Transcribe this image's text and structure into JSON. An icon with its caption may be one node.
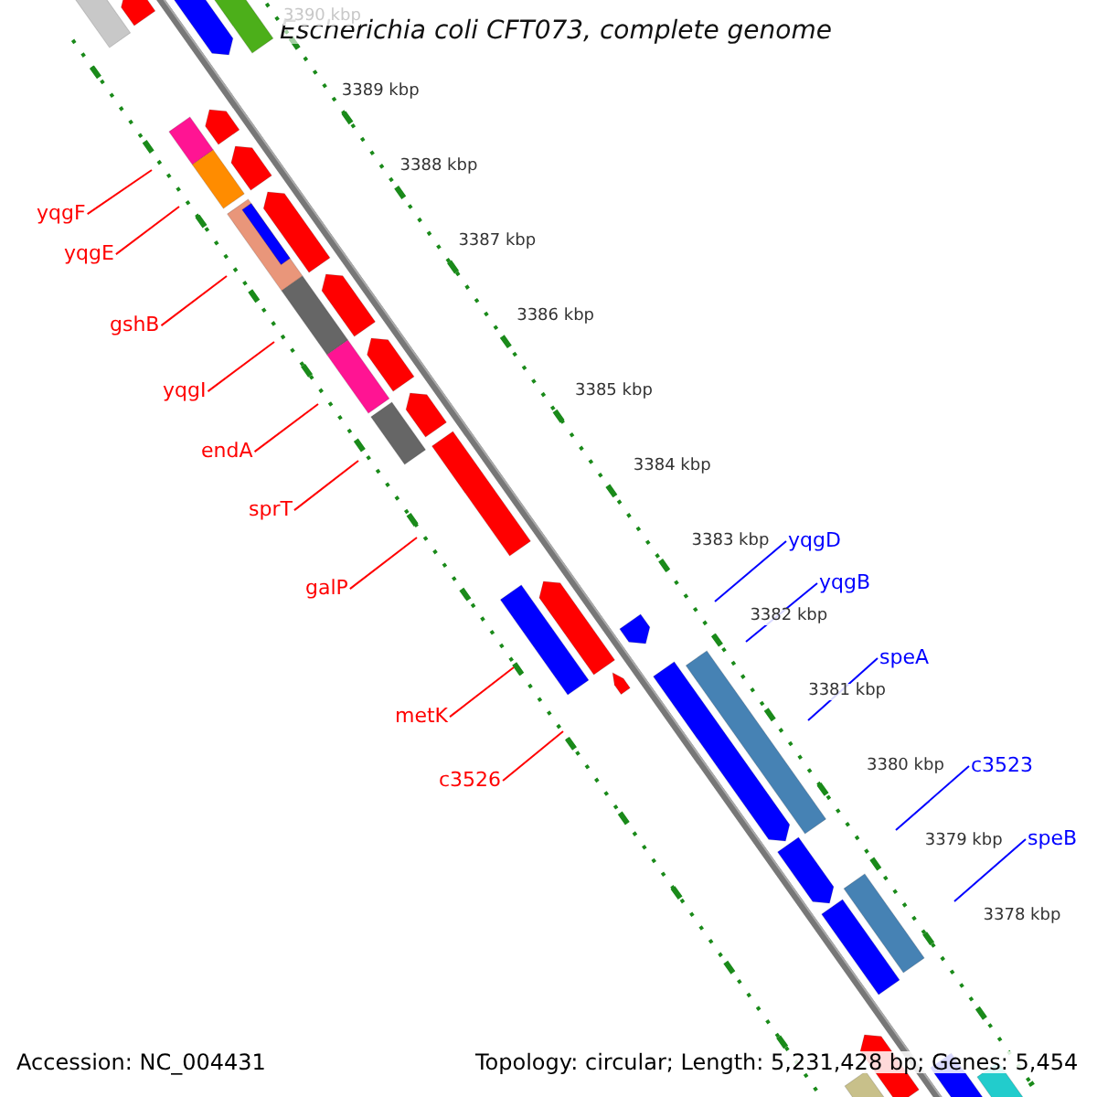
{
  "diagram": {
    "title": "Escherichia coli CFT073, complete genome",
    "nodes": [
      {
        "text": [
          "yqgF"
        ]
      },
      {
        "text": [
          "yqgE"
        ]
      },
      {
        "text": [
          "gshB"
        ]
      },
      {
        "text": [
          "yqgI"
        ]
      },
      {
        "text": [
          "endA"
        ]
      },
      {
        "text": [
          "sprT"
        ]
      },
      {
        "text": [
          "galP"
        ]
      },
      {
        "text": [
          "metK"
        ]
      },
      {
        "text": [
          "c3526"
        ]
      },
      {
        "text": [
          "yqgD"
        ]
      },
      {
        "text": [
          "yqgB"
        ]
      },
      {
        "text": [
          "speA"
        ]
      },
      {
        "text": [
          "c3523"
        ]
      },
      {
        "text": [
          "speB"
        ]
      }
    ],
    "edges": [
      {
        "from": 0,
        "to": null,
        "arrow": "none"
      },
      {
        "from": 1,
        "to": null,
        "arrow": "none"
      },
      {
        "from": 2,
        "to": null,
        "arrow": "none"
      },
      {
        "from": 3,
        "to": null,
        "arrow": "none"
      },
      {
        "from": 4,
        "to": null,
        "arrow": "none"
      },
      {
        "from": 5,
        "to": null,
        "arrow": "none"
      },
      {
        "from": 6,
        "to": null,
        "arrow": "none"
      },
      {
        "from": 7,
        "to": null,
        "arrow": "none"
      },
      {
        "from": 8,
        "to": null,
        "arrow": "none"
      },
      {
        "from": 9,
        "to": null,
        "arrow": "none",
        "color": "#0000ff"
      },
      {
        "from": 10,
        "to": null,
        "arrow": "none",
        "color": "#0000ff"
      },
      {
        "from": 11,
        "to": null,
        "arrow": "none",
        "color": "#0000ff"
      },
      {
        "from": 12,
        "to": null,
        "arrow": "none",
        "color": "#0000ff"
      },
      {
        "from": 13,
        "to": null,
        "arrow": "none",
        "color": "#0000ff"
      }
    ],
    "labels": [
      "3390 kbp",
      "3389 kbp",
      "3388 kbp",
      "3387 kbp",
      "3386 kbp",
      "3385 kbp",
      "3384 kbp",
      "3383 kbp",
      "3382 kbp",
      "3381 kbp",
      "3380 kbp",
      "3379 kbp",
      "3378 kbp",
      "Accession: NC_004431",
      "Topology: circular; Length: 5,231,428 bp; Genes: 5,454"
    ]
  }
}
